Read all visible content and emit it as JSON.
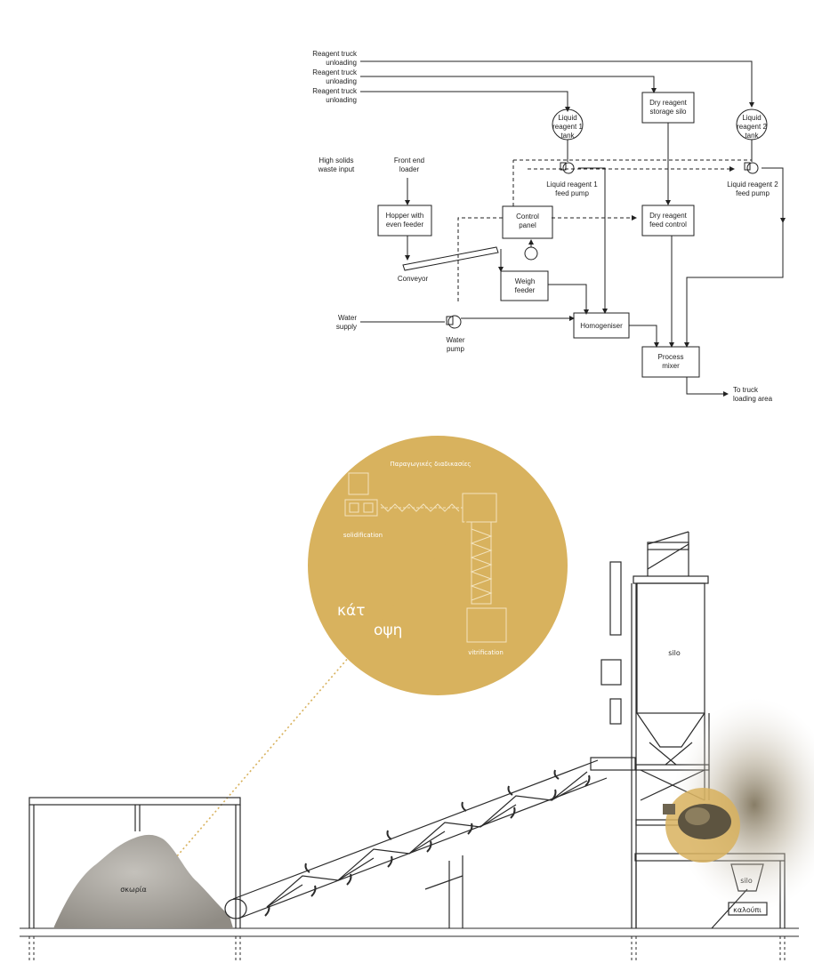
{
  "flowchart": {
    "inputs": {
      "reagent_truck_1": [
        "Reagent truck",
        "unloading"
      ],
      "reagent_truck_2": [
        "Reagent truck",
        "unloading"
      ],
      "reagent_truck_3": [
        "Reagent truck",
        "unloading"
      ],
      "high_solids": [
        "High solids",
        "waste input"
      ],
      "front_end_loader": [
        "Front end",
        "loader"
      ],
      "water_supply": [
        "Water",
        "supply"
      ]
    },
    "nodes": {
      "liquid_tank_1": [
        "Liquid",
        "reagent 1",
        "tank"
      ],
      "liquid_tank_2": [
        "Liquid",
        "reagent 2",
        "tank"
      ],
      "dry_silo": [
        "Dry reagent",
        "storage silo"
      ],
      "liquid_pump_1": [
        "Liquid reagent 1",
        "feed pump"
      ],
      "liquid_pump_2": [
        "Liquid reagent 2",
        "feed pump"
      ],
      "hopper": [
        "Hopper with",
        "even feeder"
      ],
      "control_panel": [
        "Control",
        "panel"
      ],
      "dry_feed_control": [
        "Dry reagent",
        "feed control"
      ],
      "conveyor": "Conveyor",
      "weigh_feeder": [
        "Weigh",
        "feeder"
      ],
      "water_pump": [
        "Water",
        "pump"
      ],
      "homogeniser": "Homogeniser",
      "process_mixer": [
        "Process",
        "mixer"
      ],
      "output": [
        "To truck",
        "loading area"
      ]
    }
  },
  "illustration": {
    "circle_title": "Παραγωγικές διαδικασίες",
    "solidification": "solidification",
    "vitrification": "vitrification",
    "kat": "κάτ",
    "opsi": "οψη",
    "slag": "σκωρία",
    "silo": "silo",
    "silo_small": "silo",
    "mold": "καλούπι"
  },
  "colors": {
    "gold": "#d8b25e",
    "line": "#2b2b2b",
    "slag_gray": "#a9a6a0"
  }
}
